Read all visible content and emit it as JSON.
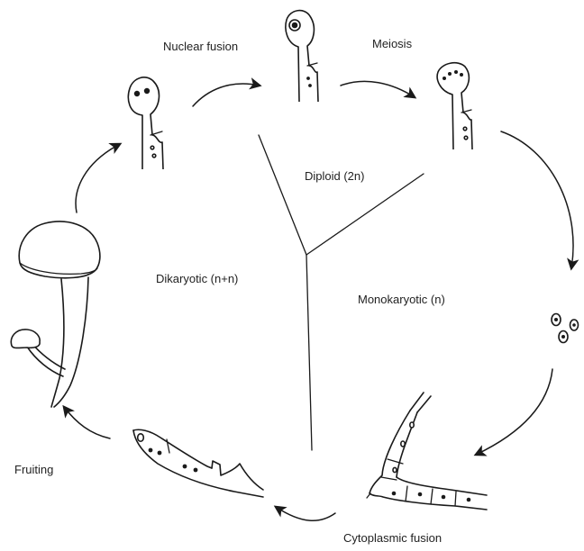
{
  "labels": {
    "nuclear_fusion": "Nuclear fusion",
    "meiosis": "Meiosis",
    "diploid": "Diploid (2n)",
    "dikaryotic": "Dikaryotic (n+n)",
    "monokaryotic": "Monokaryotic (n)",
    "fruiting": "Fruiting",
    "cytoplasmic_fusion": "Cytoplasmic fusion"
  }
}
